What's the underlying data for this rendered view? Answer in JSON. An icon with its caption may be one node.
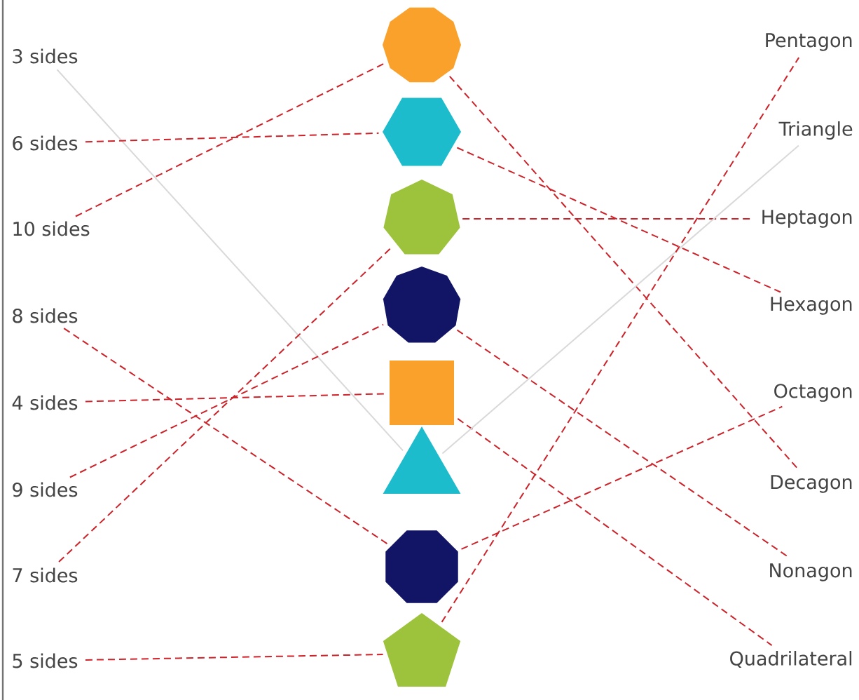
{
  "diagram": {
    "nodes": [
      {
        "text": [
          "3 sides"
        ]
      },
      {
        "text": [
          "6 sides"
        ]
      },
      {
        "text": [
          "10 sides"
        ]
      },
      {
        "text": [
          "8 sides"
        ]
      },
      {
        "text": [
          "4 sides"
        ]
      },
      {
        "text": [
          "9 sides"
        ]
      },
      {
        "text": [
          "7 sides"
        ]
      },
      {
        "text": [
          "5 sides"
        ]
      },
      {
        "text": [],
        "shape": "decagon"
      },
      {
        "text": [],
        "shape": "hexagon"
      },
      {
        "text": [],
        "shape": "heptagon"
      },
      {
        "text": [],
        "shape": "nonagon"
      },
      {
        "text": [],
        "shape": "square"
      },
      {
        "text": [],
        "shape": "triangle"
      },
      {
        "text": [],
        "shape": "octagon"
      },
      {
        "text": [],
        "shape": "pentagon"
      },
      {
        "text": [
          "Pentagon"
        ]
      },
      {
        "text": [
          "Triangle"
        ]
      },
      {
        "text": [
          "Heptagon"
        ]
      },
      {
        "text": [
          "Hexagon"
        ]
      },
      {
        "text": [
          "Octagon"
        ]
      },
      {
        "text": [
          "Decagon"
        ]
      },
      {
        "text": [
          "Nonagon"
        ]
      },
      {
        "text": [
          "Quadrilateral"
        ]
      }
    ],
    "edges": [
      {
        "from": 0,
        "to": 13,
        "arrow": "none",
        "color": "#d9d9d9"
      },
      {
        "from": 1,
        "to": 9,
        "arrow": "none",
        "style": "dashed"
      },
      {
        "from": 2,
        "to": 8,
        "arrow": "none",
        "style": "dashed"
      },
      {
        "from": 3,
        "to": 14,
        "arrow": "none",
        "style": "dashed"
      },
      {
        "from": 4,
        "to": 12,
        "arrow": "none",
        "style": "dashed"
      },
      {
        "from": 5,
        "to": 11,
        "arrow": "none",
        "style": "dashed"
      },
      {
        "from": 6,
        "to": 10,
        "arrow": "none",
        "style": "dashed"
      },
      {
        "from": 7,
        "to": 15,
        "arrow": "none",
        "style": "dashed"
      },
      {
        "from": 8,
        "to": 21,
        "arrow": "none",
        "style": "dashed"
      },
      {
        "from": 9,
        "to": 19,
        "arrow": "none",
        "style": "dashed"
      },
      {
        "from": 10,
        "to": 18,
        "arrow": "none",
        "style": "dashed"
      },
      {
        "from": 11,
        "to": 22,
        "arrow": "none",
        "style": "dashed"
      },
      {
        "from": 12,
        "to": 23,
        "arrow": "none",
        "style": "dashed"
      },
      {
        "from": 13,
        "to": 17,
        "arrow": "none",
        "color": "#d9d9d9"
      },
      {
        "from": 14,
        "to": 20,
        "arrow": "none",
        "style": "dashed"
      },
      {
        "from": 15,
        "to": 16,
        "arrow": "none",
        "style": "dashed"
      }
    ]
  }
}
